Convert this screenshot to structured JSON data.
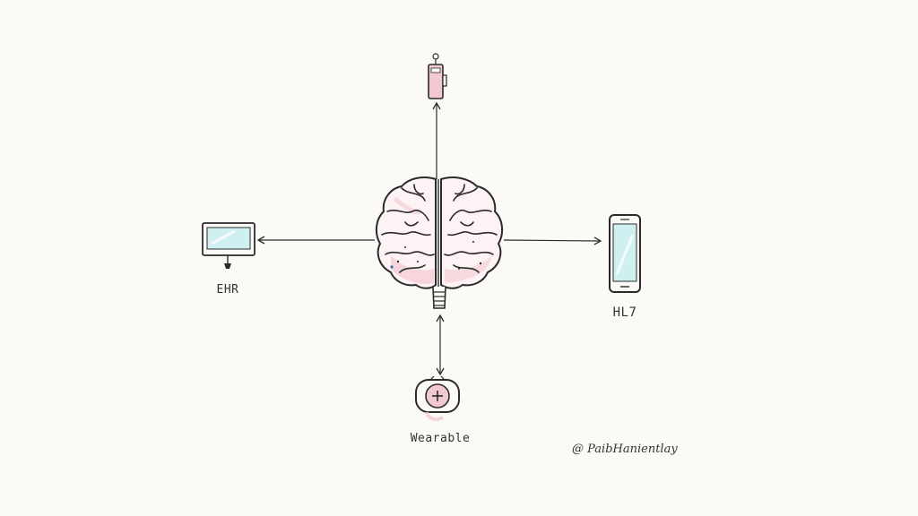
{
  "nodes": {
    "center": {
      "icon": "brain-icon"
    },
    "top": {
      "icon": "hand-device-icon"
    },
    "left": {
      "label": "EHR",
      "icon": "monitor-icon"
    },
    "right": {
      "label": "HL7",
      "icon": "smartphone-icon"
    },
    "bottom": {
      "label": "Wearable",
      "icon": "wearable-device-icon"
    }
  },
  "credit": "@ PaibHanientlay",
  "colors": {
    "ink": "#2b2b2b",
    "paper": "#fbfaf7",
    "pink": "#f2c9d2",
    "cyan": "#cfeff0"
  }
}
